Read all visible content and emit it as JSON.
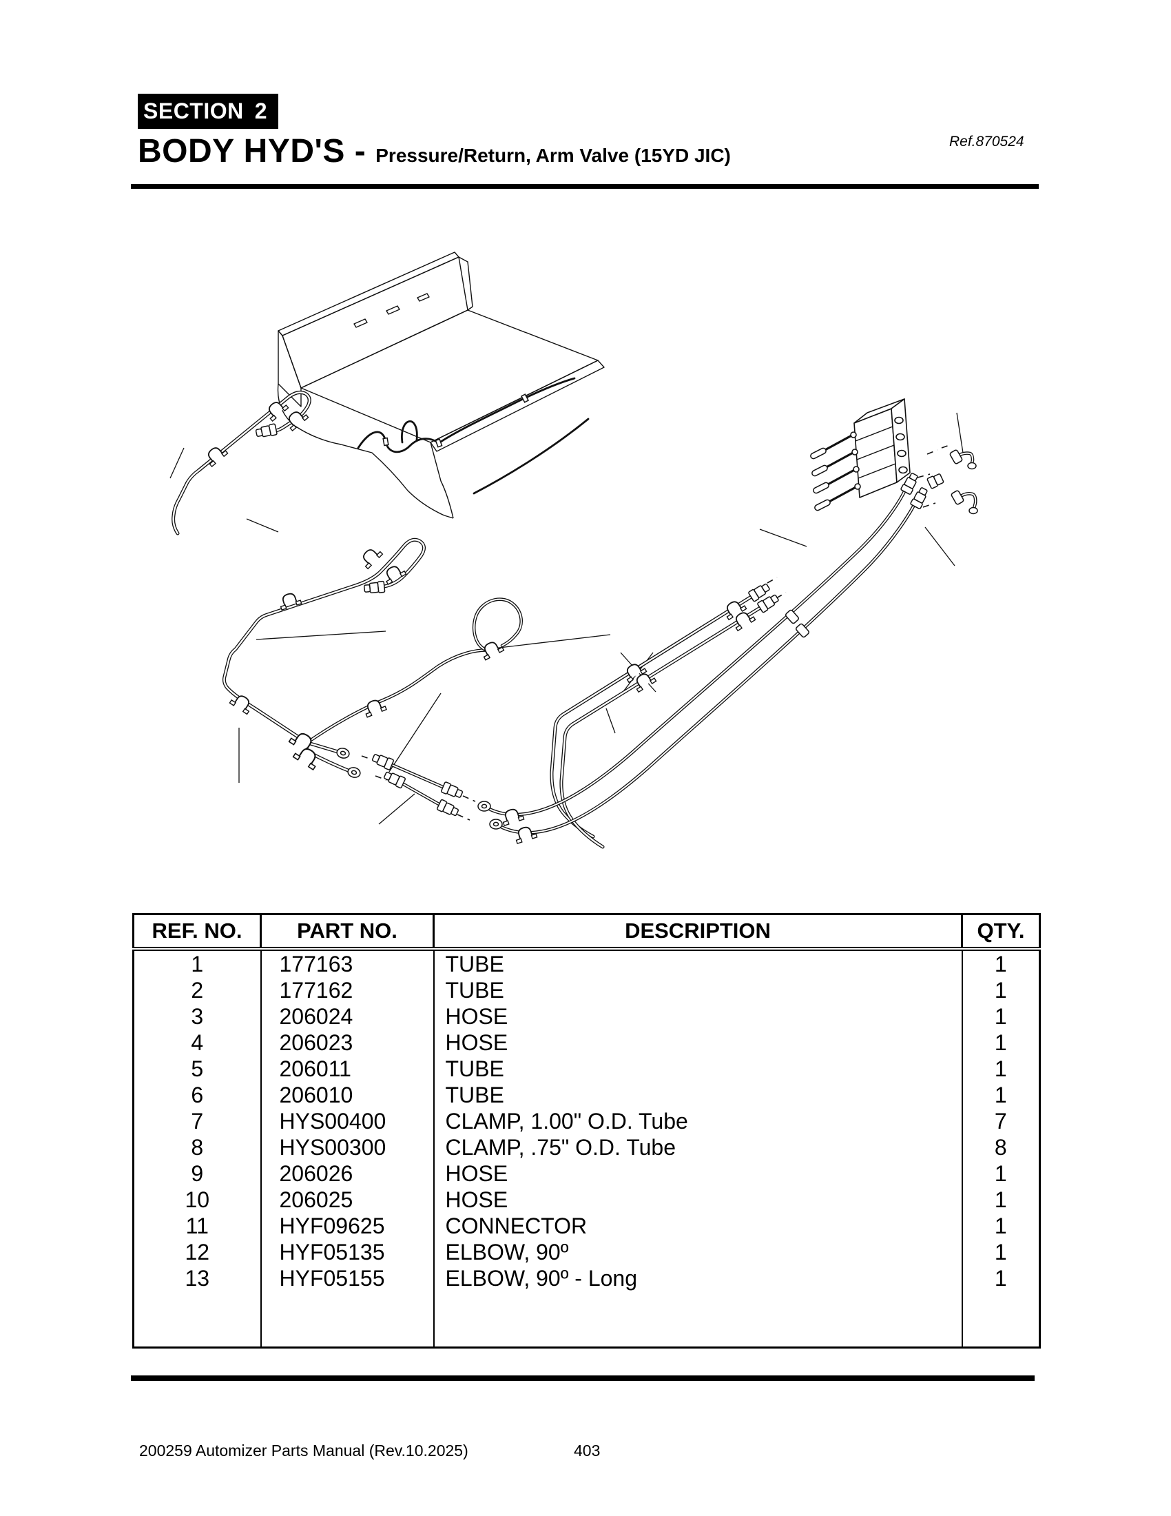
{
  "header": {
    "section_label": "SECTION",
    "section_number": "2",
    "title": "BODY HYD'S -",
    "subtitle": "Pressure/Return, Arm Valve (15YD JIC)",
    "ref": "Ref.870524"
  },
  "table": {
    "columns": [
      "REF. NO.",
      "PART NO.",
      "DESCRIPTION",
      "QTY."
    ],
    "rows": [
      [
        "1",
        "177163",
        "TUBE",
        "1"
      ],
      [
        "2",
        "177162",
        "TUBE",
        "1"
      ],
      [
        "3",
        "206024",
        "HOSE",
        "1"
      ],
      [
        "4",
        "206023",
        "HOSE",
        "1"
      ],
      [
        "5",
        "206011",
        "TUBE",
        "1"
      ],
      [
        "6",
        "206010",
        "TUBE",
        "1"
      ],
      [
        "7",
        "HYS00400",
        "CLAMP, 1.00\" O.D. Tube",
        "7"
      ],
      [
        "8",
        "HYS00300",
        "CLAMP, .75\" O.D. Tube",
        "8"
      ],
      [
        "9",
        "206026",
        "HOSE",
        "1"
      ],
      [
        "10",
        "206025",
        "HOSE",
        "1"
      ],
      [
        "11",
        "HYF09625",
        "CONNECTOR",
        "1"
      ],
      [
        "12",
        "HYF05135",
        "ELBOW, 90º",
        "1"
      ],
      [
        "13",
        "HYF05155",
        "ELBOW, 90º - Long",
        "1"
      ]
    ]
  },
  "footer": {
    "left": "200259 Automizer Parts Manual (Rev.10.2025)",
    "page": "403"
  },
  "colors": {
    "ink": "#000000",
    "paper": "#ffffff"
  }
}
